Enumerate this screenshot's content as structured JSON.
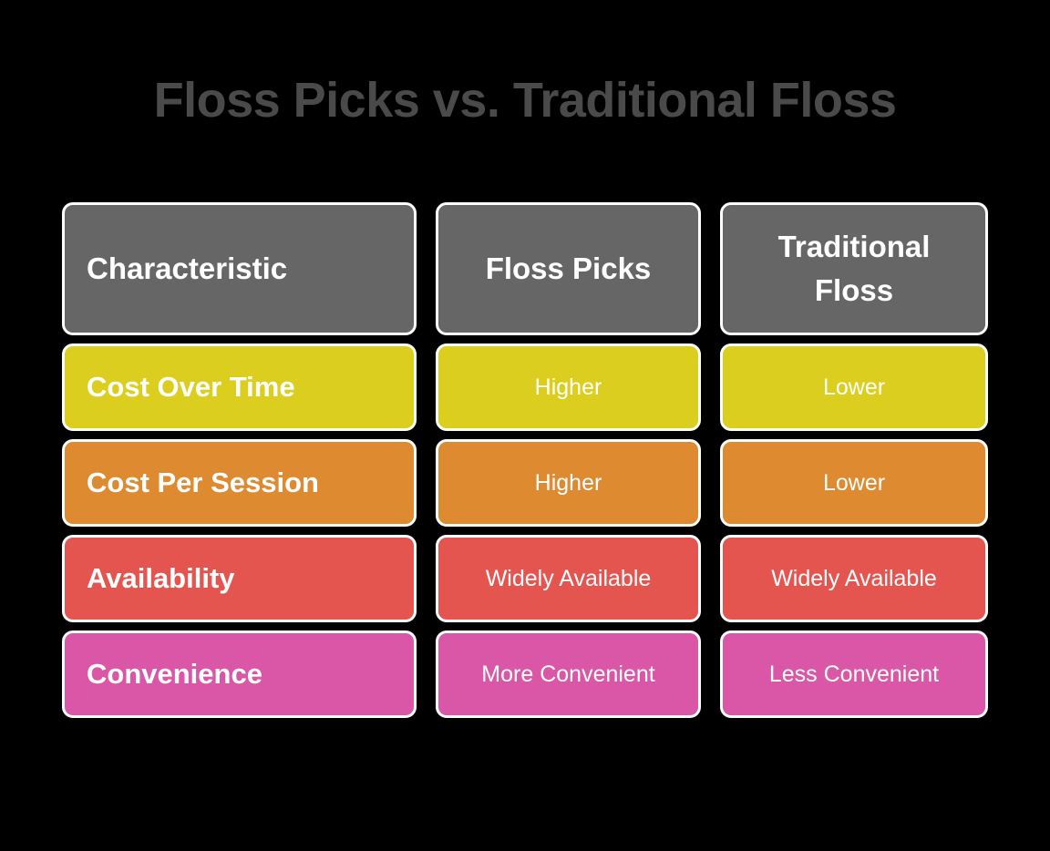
{
  "page": {
    "title": "Floss Picks vs. Traditional Floss",
    "background_color": "#000000",
    "title_color": "#4a4a4a"
  },
  "table": {
    "header": {
      "background_color": "#666666",
      "characteristic": "Characteristic",
      "column_a": "Floss Picks",
      "column_b": "Traditional Floss"
    },
    "rows": [
      {
        "characteristic": "Cost Over Time",
        "column_a": "Higher",
        "column_b": "Lower",
        "color": "#dbce1e"
      },
      {
        "characteristic": "Cost Per Session",
        "column_a": "Higher",
        "column_b": "Lower",
        "color": "#de8a30"
      },
      {
        "characteristic": "Availability",
        "column_a": "Widely Available",
        "column_b": "Widely Available",
        "color": "#e55550"
      },
      {
        "characteristic": "Convenience",
        "column_a": "More Convenient",
        "column_b": "Less Convenient",
        "color": "#d957a6"
      }
    ]
  }
}
